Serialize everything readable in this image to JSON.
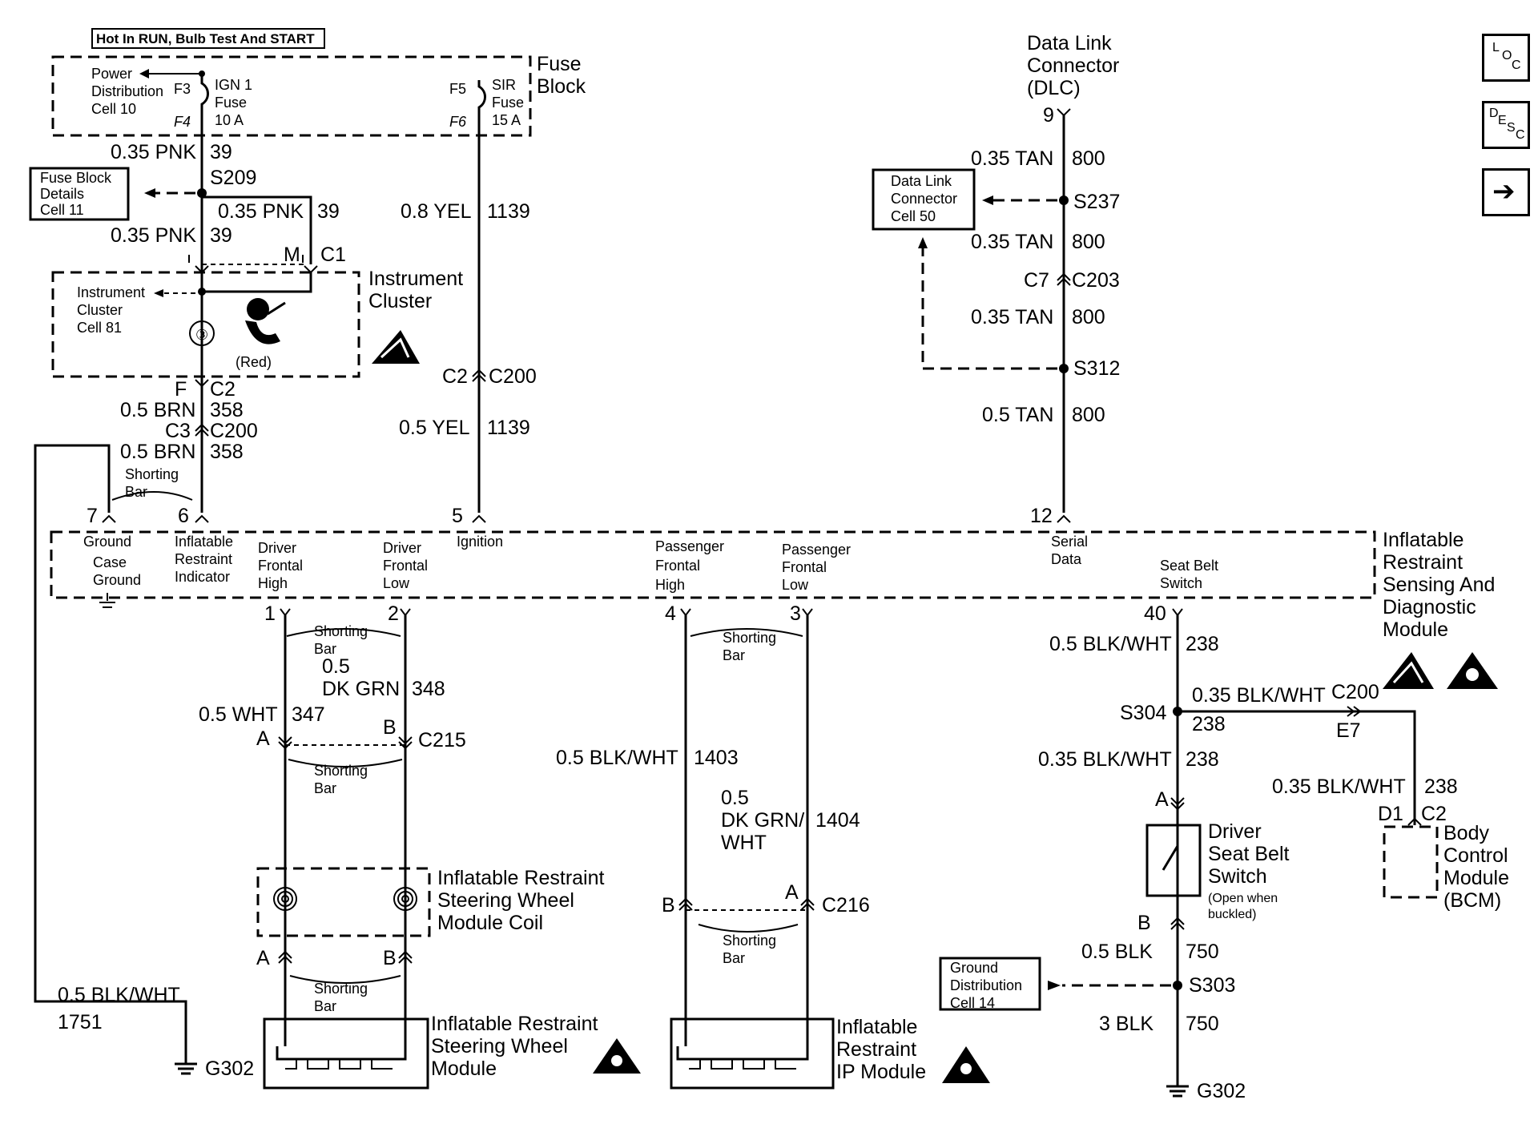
{
  "header_label": "Hot In RUN, Bulb Test And START",
  "fuse_block": {
    "title_1": "Fuse",
    "title_2": "Block",
    "pdc_1": "Power",
    "pdc_2": "Distribution",
    "pdc_3": "Cell 10",
    "f3": "F3",
    "f4": "F4",
    "f5": "F5",
    "f6": "F6",
    "ign_1": "IGN 1",
    "ign_2": "Fuse",
    "ign_3": "10 A",
    "sir_1": "SIR",
    "sir_2": "Fuse",
    "sir_3": "15 A"
  },
  "left_wires": {
    "w1_gauge": "0.35 PNK",
    "w1_circ": "39",
    "s209": "S209",
    "fbd_1": "Fuse Block",
    "fbd_2": "Details",
    "fbd_3": "Cell 11",
    "w2_gauge": "0.35 PNK",
    "w2_circ": "39",
    "w3_gauge": "0.35 PNK",
    "w3_circ": "39",
    "m": "M",
    "c1": "C1",
    "ic_ref_1": "Instrument",
    "ic_ref_2": "Cluster",
    "ic_ref_3": "Cell 81",
    "red": "(Red)",
    "ic_title_1": "Instrument",
    "ic_title_2": "Cluster",
    "f": "F",
    "c2": "C2",
    "w4_gauge": "0.5 BRN",
    "w4_circ": "358",
    "c3": "C3",
    "c200a": "C200",
    "w5_gauge": "0.5 BRN",
    "w5_circ": "358",
    "shorting_1": "Shorting",
    "shorting_2": "Bar"
  },
  "yel_wires": {
    "w1_gauge": "0.8 YEL",
    "w1_circ": "1139",
    "c2": "C2",
    "c200": "C200",
    "w2_gauge": "0.5 YEL",
    "w2_circ": "1139"
  },
  "dlc": {
    "title_1": "Data Link",
    "title_2": "Connector",
    "title_3": "(DLC)",
    "pin": "9",
    "w1_gauge": "0.35 TAN",
    "w1_circ": "800",
    "s237": "S237",
    "ref_1": "Data Link",
    "ref_2": "Connector",
    "ref_3": "Cell 50",
    "w2_gauge": "0.35 TAN",
    "w2_circ": "800",
    "c7": "C7",
    "c203": "C203",
    "w3_gauge": "0.35 TAN",
    "w3_circ": "800",
    "s312": "S312",
    "w4_gauge": "0.5 TAN",
    "w4_circ": "800"
  },
  "sdm": {
    "title_1": "Inflatable",
    "title_2": "Restraint",
    "title_3": "Sensing And",
    "title_4": "Diagnostic",
    "title_5": "Module",
    "pin7": "7",
    "pin6": "6",
    "pin5": "5",
    "pin12": "12",
    "pin1": "1",
    "pin2": "2",
    "pin4": "4",
    "pin3": "3",
    "pin40": "40",
    "ground_1": "Ground",
    "case_1": "Case",
    "case_2": "Ground",
    "ind_1": "Inflatable",
    "ind_2": "Restraint",
    "ind_3": "Indicator",
    "dfh_1": "Driver",
    "dfh_2": "Frontal",
    "dfh_3": "High",
    "dfl_1": "Driver",
    "dfl_2": "Frontal",
    "dfl_3": "Low",
    "ign": "Ignition",
    "pfh_1": "Passenger",
    "pfh_2": "Frontal",
    "pfh_3": "High",
    "pfl_1": "Passenger",
    "pfl_2": "Frontal",
    "pfl_3": "Low",
    "serial_1": "Serial",
    "serial_2": "Data",
    "seat_1": "Seat Belt",
    "seat_2": "Switch"
  },
  "driver_circuit": {
    "shorting_1": "Shorting",
    "shorting_2": "Bar",
    "dkgrn_1": "0.5",
    "dkgrn_2": "DK GRN",
    "dkgrn_circ": "348",
    "wht_gauge": "0.5 WHT",
    "wht_circ": "347",
    "a": "A",
    "b": "B",
    "c215": "C215",
    "shorting2_1": "Shorting",
    "shorting2_2": "Bar",
    "coil_1": "Inflatable Restraint",
    "coil_2": "Steering Wheel",
    "coil_3": "Module Coil",
    "a2": "A",
    "b2": "B",
    "shorting3_1": "Shorting",
    "shorting3_2": "Bar",
    "mod_1": "Inflatable Restraint",
    "mod_2": "Steering Wheel",
    "mod_3": "Module"
  },
  "ground_wire": {
    "gauge": "0.5 BLK/WHT",
    "circ": "1751",
    "g302": "G302"
  },
  "pass_circuit": {
    "shorting_1": "Shorting",
    "shorting_2": "Bar",
    "w1_gauge": "0.5 BLK/WHT",
    "w1_circ": "1403",
    "dk_1": "0.5",
    "dk_2": "DK GRN/",
    "dk_3": "WHT",
    "dk_circ": "1404",
    "b": "B",
    "a": "A",
    "c216": "C216",
    "shorting2_1": "Shorting",
    "shorting2_2": "Bar",
    "mod_1": "Inflatable",
    "mod_2": "Restraint",
    "mod_3": "IP Module"
  },
  "seat_circuit": {
    "w1_gauge": "0.5 BLK/WHT",
    "w1_circ": "238",
    "s304": "S304",
    "w2_gauge": "0.35 BLK/WHT",
    "w2_circ": "238",
    "c200": "C200",
    "e7": "E7",
    "w3_gauge": "0.35 BLK/WHT",
    "w3_circ": "238",
    "w4_gauge": "0.35 BLK/WHT",
    "w4_circ": "238",
    "a": "A",
    "sw_1": "Driver",
    "sw_2": "Seat Belt",
    "sw_3": "Switch",
    "open_1": "(Open when",
    "open_2": "buckled)",
    "d1": "D1",
    "c2": "C2",
    "bcm_1": "Body",
    "bcm_2": "Control",
    "bcm_3": "Module",
    "bcm_4": "(BCM)",
    "b": "B",
    "w5_gauge": "0.5 BLK",
    "w5_circ": "750",
    "s303": "S303",
    "gd_1": "Ground",
    "gd_2": "Distribution",
    "gd_3": "Cell 14",
    "w6_gauge": "3 BLK",
    "w6_circ": "750",
    "g302": "G302"
  },
  "nav": {
    "loc_l": "L",
    "loc_o": "O",
    "loc_c": "C",
    "desc_d": "D",
    "desc_e": "E",
    "desc_s": "S",
    "desc_c": "C",
    "next": "➔"
  }
}
